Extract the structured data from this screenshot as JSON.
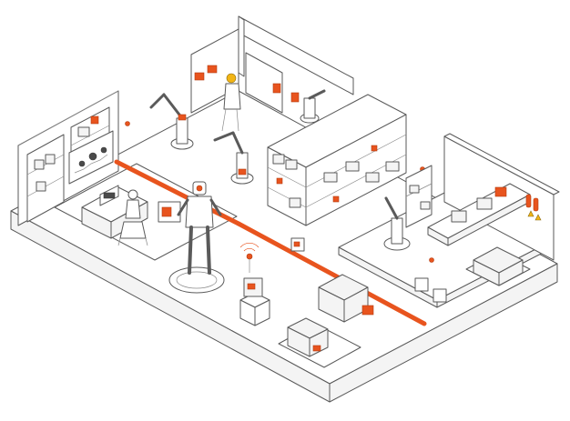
{
  "scene": {
    "accent_color": "#e8541e",
    "line_color": "#5a5a5a",
    "background_color": "#ffffff",
    "elements": [
      "factory-floor",
      "back-wall-left",
      "back-wall-right",
      "wall-shelving",
      "world-map-display",
      "control-desk-with-operator",
      "robot-arm-line",
      "engineer-on-ladder",
      "warehouse-rack",
      "humanoid-robot",
      "wireless-beacon",
      "delivery-robot",
      "pallet-stack",
      "conveyor-belt",
      "fire-extinguisher",
      "orange-guide-path"
    ]
  }
}
